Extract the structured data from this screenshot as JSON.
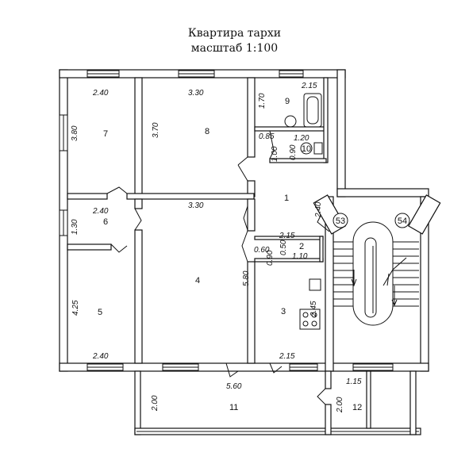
{
  "title": "Квартира тархи",
  "scale": "масштаб 1:100",
  "rooms": {
    "r1": "1",
    "r2": "2",
    "r3": "3",
    "r4": "4",
    "r5": "5",
    "r6": "6",
    "r7": "7",
    "r8": "8",
    "r9": "9",
    "r10": "10",
    "r11": "11",
    "r12": "12"
  },
  "stair_marks": {
    "left": "53",
    "right": "54"
  },
  "dims": {
    "r7_w": "2.40",
    "r7_h": "3.80",
    "r8_w": "3.30",
    "r8_h": "3.70",
    "r9_w": "2.15",
    "r9_h": "1.70",
    "r10_w": "1.20",
    "r10_h": "0.90",
    "wc_side": "1.00",
    "corr_w": "0.85",
    "r6_w": "2.40",
    "r6_h": "1.30",
    "r4_w": "3.30",
    "r4_h": "5.80",
    "r1_h": "2.40",
    "r2_w": "2.15",
    "r2_h": "0.50",
    "r2_w2": "1.10",
    "r2_s1": "0.90",
    "r2_s2": "0.60",
    "r3_w": "2.15",
    "r3_h": "2.45",
    "r5_w": "2.40",
    "r5_h": "4.25",
    "r11_w": "5.60",
    "r11_h": "2.00",
    "r12_w": "1.15",
    "r12_h": "2.00"
  },
  "colors": {
    "line": "#111111",
    "background": "#ffffff"
  }
}
